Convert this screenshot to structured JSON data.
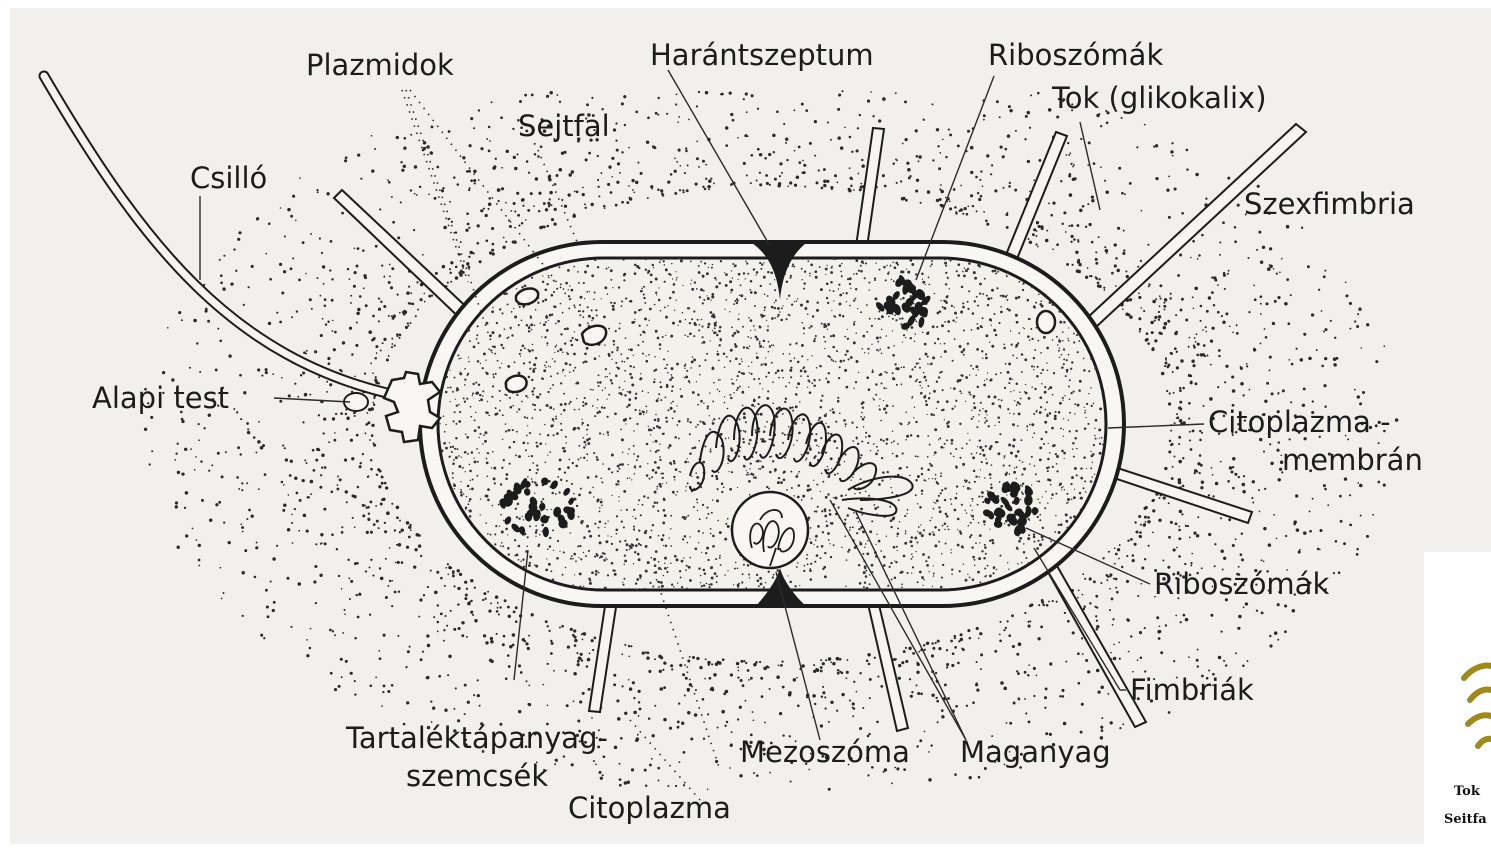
{
  "labels": {
    "plazmidok": "Plazmidok",
    "harantszeptum": "Harántszeptum",
    "riboszomak_top": "Riboszómák",
    "tok": "Tok (glikokalix)",
    "sejtfal": "Sejtfal",
    "csillo": "Csilló",
    "szexfimbria": "Szexfimbria",
    "alapi_test": "Alapi test",
    "citoplazma_membran_1": "Citoplazma -",
    "citoplazma_membran_2": "membrán",
    "riboszomak_bottom": "Riboszómák",
    "fimbriak": "Fimbriák",
    "tartalek_1": "Tartaléktápanyag-",
    "tartalek_2": "szemcsék",
    "mezoszoma": "Mezoszóma",
    "maganyag": "Maganyag",
    "citoplazma": "Citoplazma"
  },
  "inset": {
    "label_1": "Tok",
    "label_2": "Seitfa"
  },
  "colors": {
    "paper": "#f1f0ec",
    "ink": "#1c1c1c",
    "inset_bacteria": "#a08a1a"
  }
}
